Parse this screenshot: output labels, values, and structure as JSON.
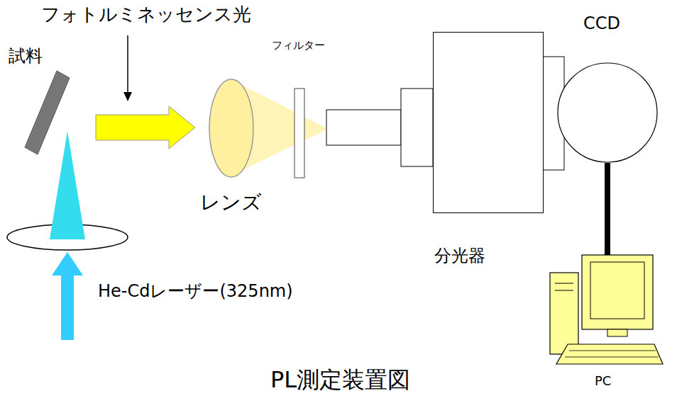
{
  "diagram": {
    "caption": "PL測定装置図",
    "nodes": [
      {
        "text": [
          "試料"
        ]
      },
      {
        "text": [
          "レンズ"
        ]
      },
      {
        "text": [
          "フィルター"
        ]
      },
      {
        "text": [
          "分光器"
        ]
      },
      {
        "text": [
          "CCD"
        ]
      },
      {
        "text": [
          "PC"
        ]
      }
    ],
    "edges": [
      {
        "from": 4,
        "to": 5,
        "arrow": "none"
      }
    ],
    "labels": [
      "フォトルミネッセンス光",
      "He-Cdレーザー(325nm)"
    ]
  }
}
